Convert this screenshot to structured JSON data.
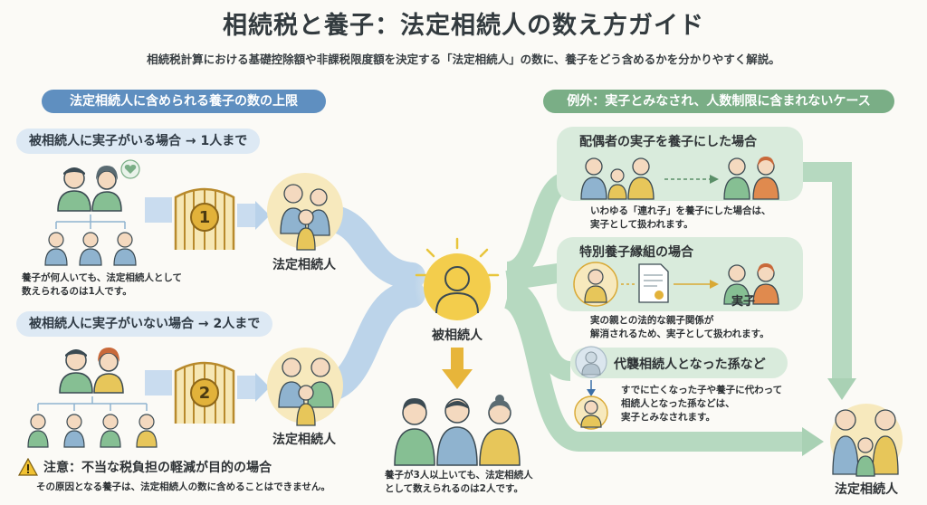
{
  "title": "相続税と養子：法定相続人の数え方ガイド",
  "subtitle": "相続税計算における基礎控除額や非課税限度額を決定する「法定相続人」の数に、養子をどう含めるかを分かりやすく解説。",
  "left": {
    "header": "法定相続人に含められる養子の数の上限",
    "case1": {
      "label": "被相続人に実子がいる場合 → 1人まで",
      "gate_number": "1",
      "result_label": "法定相続人",
      "note_line1": "養子が何人いても、法定相続人として",
      "note_line2": "数えられるのは1人です。"
    },
    "case2": {
      "label": "被相続人に実子がいない場合 → 2人まで",
      "gate_number": "2",
      "result_label": "法定相続人"
    },
    "warning": {
      "title": "注意：不当な税負担の軽減が目的の場合",
      "text": "その原因となる養子は、法定相続人の数に含めることはできません。"
    }
  },
  "center": {
    "label": "被相続人",
    "note_line1": "養子が3人以上いても、法定相続人",
    "note_line2": "として数えられるのは2人です。"
  },
  "right": {
    "header": "例外：実子とみなされ、人数制限に含まれないケース",
    "case1": {
      "title": "配偶者の実子を養子にした場合",
      "note_line1": "いわゆる「連れ子」を養子にした場合は、",
      "note_line2": "実子として扱われます。"
    },
    "case2": {
      "title": "特別養子縁組の場合",
      "result_label": "実子",
      "note_line1": "実の親との法的な親子関係が",
      "note_line2": "解消されるため、実子として扱われます。"
    },
    "case3": {
      "title": "代襲相続人となった孫など",
      "note_line1": "すでに亡くなった子や養子に代わって",
      "note_line2": "相続人となった孫などは、",
      "note_line3": "実子とみなされます。"
    },
    "result_label": "法定相続人"
  },
  "colors": {
    "blue": "#5f8fc0",
    "green": "#7aae86",
    "gold": "#e3c24f",
    "flow_blue": "#bcd4ea",
    "flow_green": "#b6d9c0"
  },
  "icons": [
    "heart-icon",
    "gate-icon",
    "person-icon",
    "document-icon",
    "warning-icon",
    "down-arrow-icon"
  ]
}
